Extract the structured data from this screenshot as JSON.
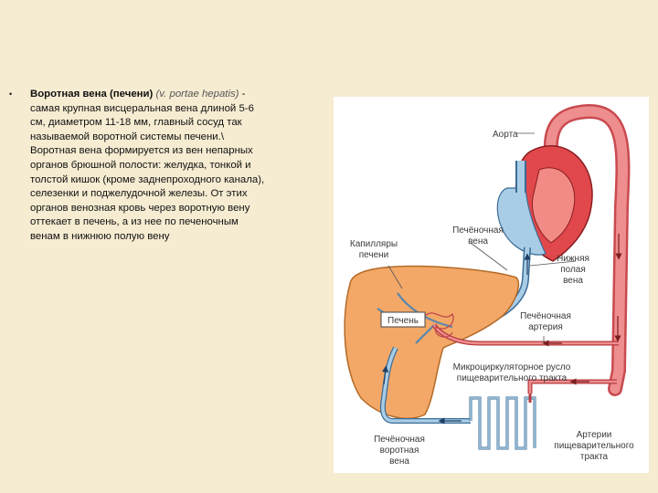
{
  "text_block": {
    "bullet": "•",
    "term": "Воротная вена (печени)",
    "latin": "(v. portae hepatis)",
    "dash": " -",
    "body_lines": [
      "самая крупная висцеральная вена длиной 5-6",
      "см, диаметром 11-18 мм, главный сосуд так",
      "называемой воротной системы печени.\\",
      "Воротная вена формируется из вен непарных",
      "органов брюшной полости: желудка, тонкой и",
      "толстой кишок (кроме заднепроходного канала),",
      "селезенки и поджелудочной железы. От этих",
      "органов венозная кровь через воротную вену",
      "оттекает в печень, а из нее по печеночным",
      "венам в нижнюю полую вену"
    ]
  },
  "diagram": {
    "labels": {
      "aorta": "Аорта",
      "hepatic_vein": [
        "Печёночная",
        "вена"
      ],
      "capillaries": [
        "Капилляры",
        "печени"
      ],
      "ivc": [
        "Нижняя",
        "полая",
        "вена"
      ],
      "liver": "Печень",
      "hepatic_artery": [
        "Печёночная",
        "артерия"
      ],
      "microcirculation": [
        "Микроциркуляторное русло",
        "пищеварительного тракта"
      ],
      "portal_vein": [
        "Печёночная",
        "воротная",
        "вена"
      ],
      "gi_arteries": [
        "Артерии",
        "пищеварительного",
        "тракта"
      ]
    },
    "colors": {
      "artery": "#e5686a",
      "vein": "#a9cde6",
      "liver": "#f3a867",
      "heart": "#e0484c"
    }
  }
}
